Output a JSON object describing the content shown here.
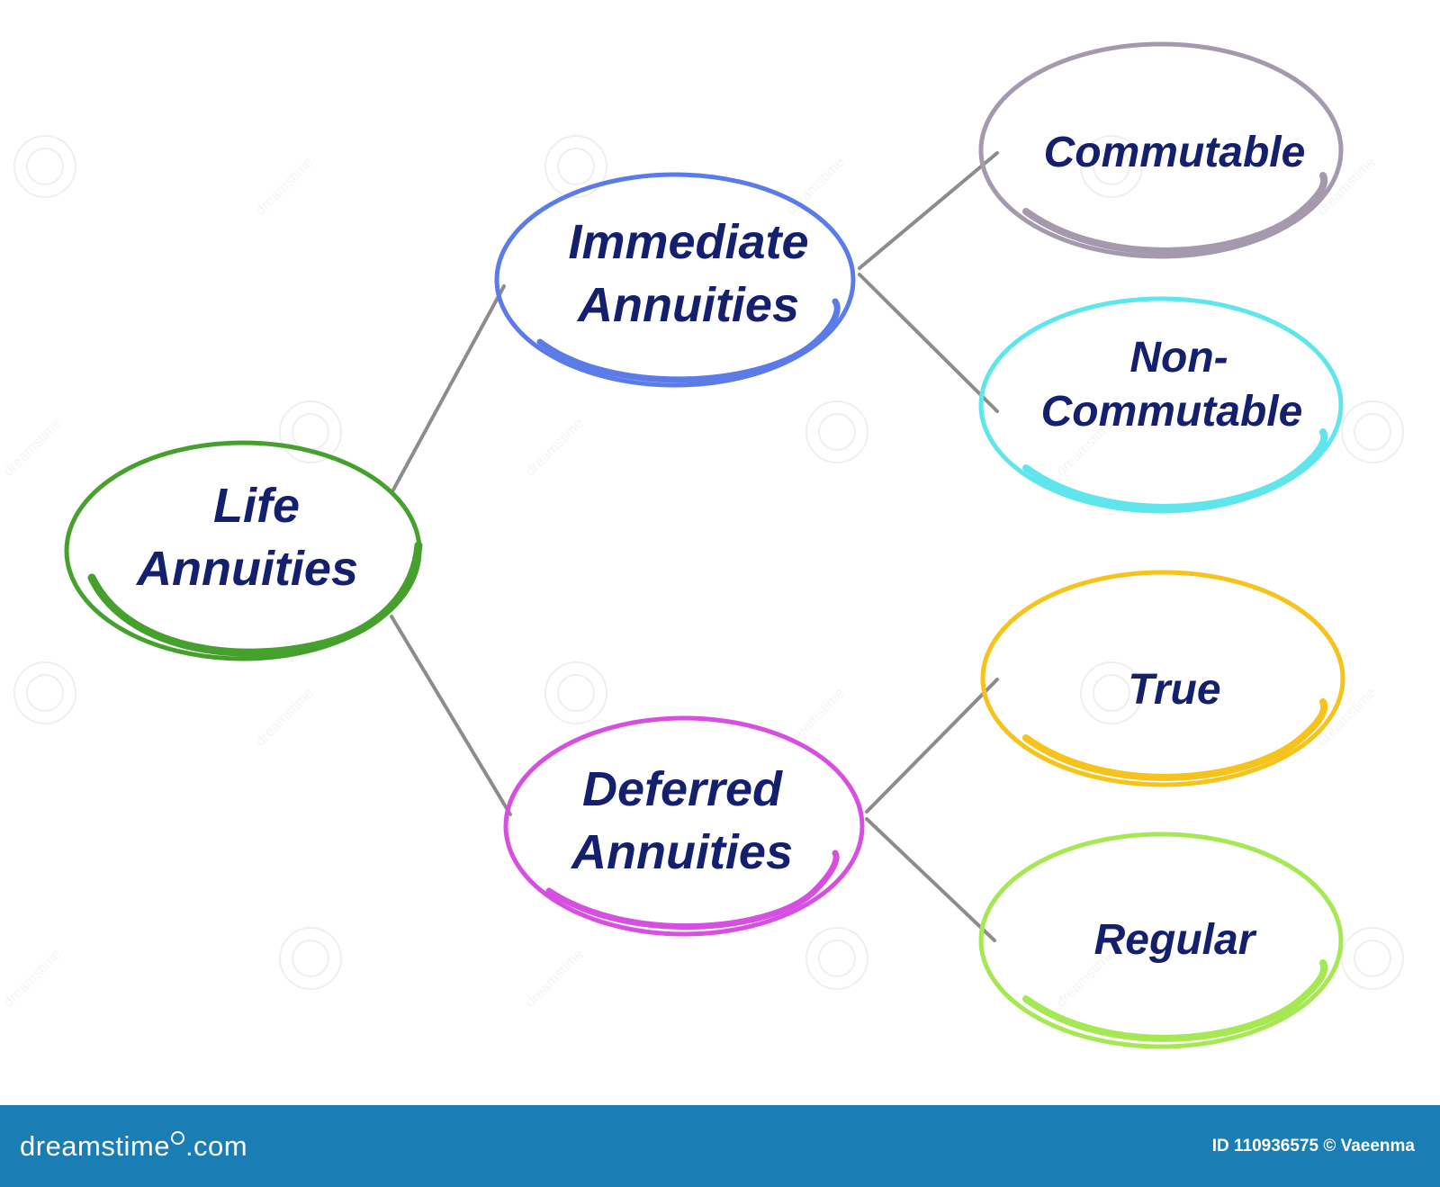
{
  "nodes": {
    "life": {
      "line1": "Life",
      "line2": "Annuities",
      "color": "#46a02e"
    },
    "immediate": {
      "line1": "Immediate",
      "line2": "Annuities",
      "color": "#5b7be8"
    },
    "deferred": {
      "line1": "Deferred",
      "line2": "Annuities",
      "color": "#d64fe0"
    },
    "commutable": {
      "line1": "Commutable",
      "color": "#a59aad"
    },
    "non_commutable": {
      "line1": "Non-",
      "line2": "Commutable",
      "color": "#5fe6ec"
    },
    "true_node": {
      "line1": "True",
      "color": "#f5c31c"
    },
    "regular": {
      "line1": "Regular",
      "color": "#a6e854"
    }
  },
  "colors": {
    "label_text": "#14206e",
    "connector": "#8c8c8c",
    "footer_bg": "#1a7db3"
  },
  "watermark": {
    "text": "dreamstime"
  },
  "footer": {
    "site_part1": "dreamstime",
    "site_part2": ".com",
    "image_id": "ID 110936575 © Vaeenma"
  }
}
